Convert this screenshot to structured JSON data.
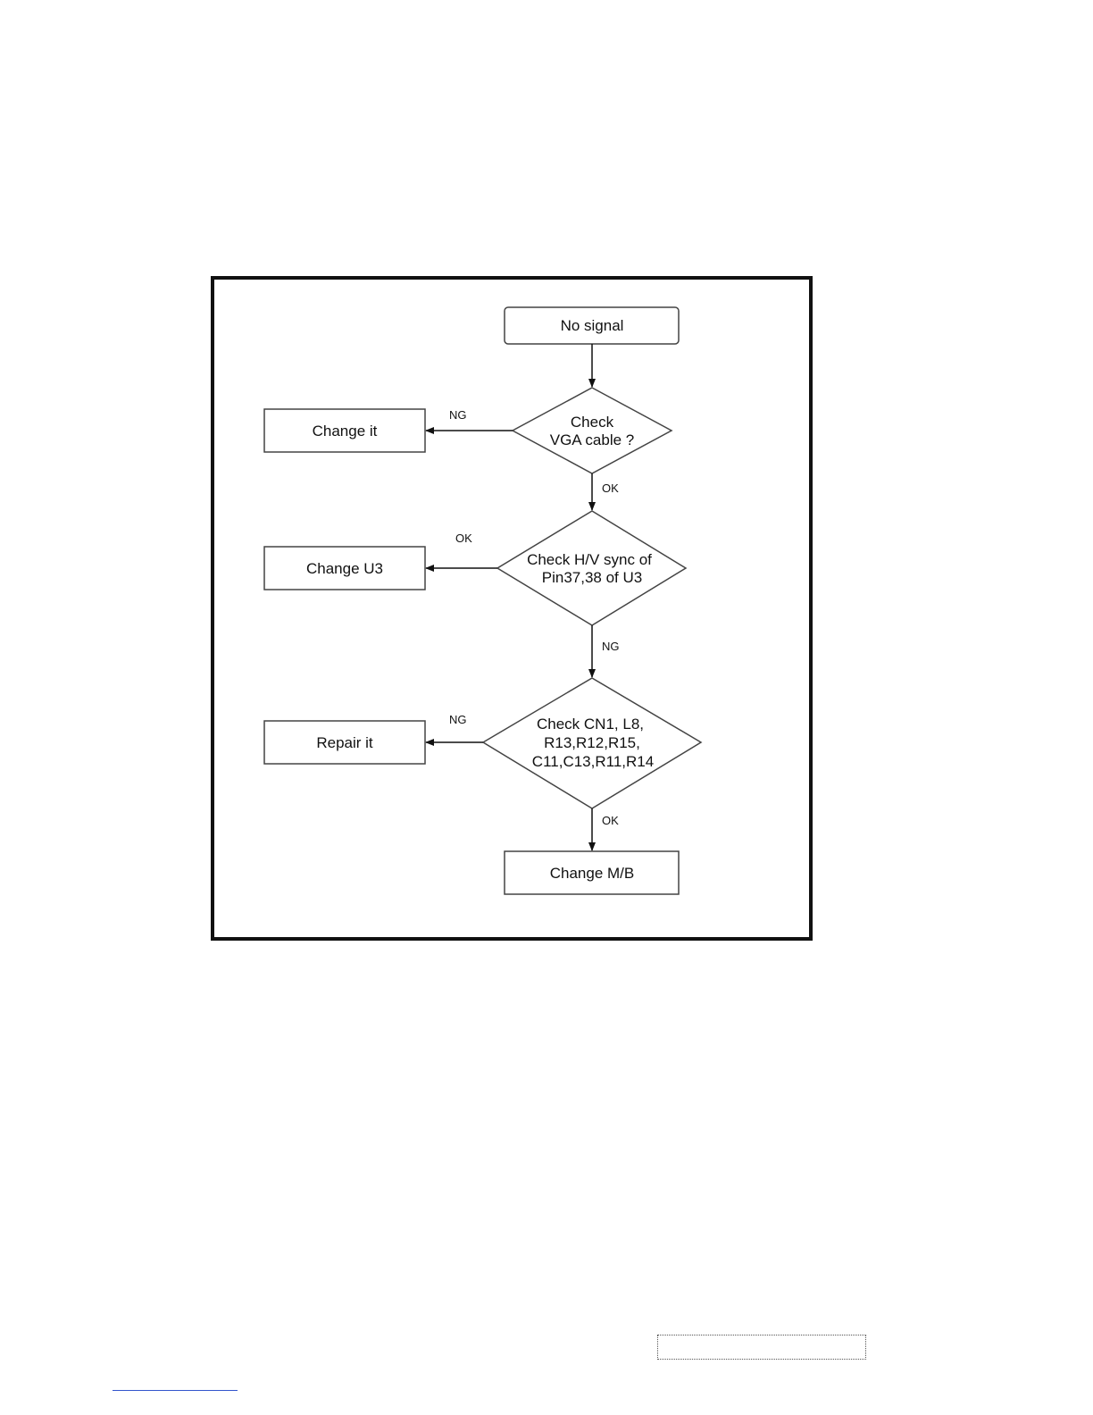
{
  "diagram": {
    "nodes": {
      "no_signal": "No signal",
      "check_vga_line1": "Check",
      "check_vga_line2": "VGA cable ?",
      "change_it": "Change it",
      "check_hv_line1": "Check H/V sync of",
      "check_hv_line2": "Pin37,38 of U3",
      "change_u3": "Change U3",
      "check_cn1_line1": "Check CN1, L8,",
      "check_cn1_line2": "R13,R12,R15,",
      "check_cn1_line3": "C11,C13,R11,R14",
      "repair_it": "Repair it",
      "change_mb": "Change M/B"
    },
    "edges": {
      "vga_to_change_it": "NG",
      "vga_to_hv": "OK",
      "hv_to_change_u3": "OK",
      "hv_to_cn1": "NG",
      "cn1_to_repair": "NG",
      "cn1_to_change_mb": "OK"
    }
  }
}
